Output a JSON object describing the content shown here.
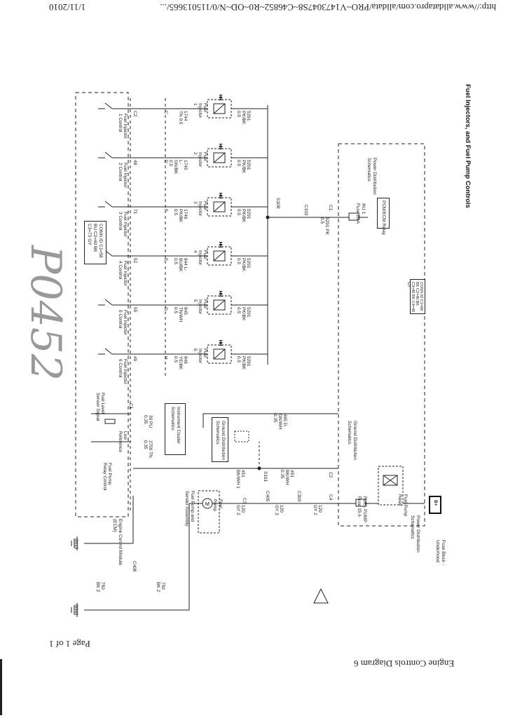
{
  "header": {
    "url": "http://www.alldatapro.com/alldata/PRO~V1473047S8~C46852~R0~OD~N/0/115013665/...",
    "date": "1/11/2010"
  },
  "footer": {
    "diagram_name": "Engine Controls Diagram 6",
    "page": "Page 1 of 1"
  },
  "diagram": {
    "title": "Fuel Injectors, and Fuel Pump Controls",
    "handwriting": "P0452",
    "boxes": {
      "fuse_block": "Fuse Block - Underhood",
      "power_dist": "Power Distribution Schematics",
      "pcm_relay": "PCM/ECM Relay",
      "inj_fuse": "INJ 1 Fuse 20 A",
      "fuel_pump_fuse": "FUEL PUMP Fuse 15 A",
      "fuel_pump_relay": "Fuel Pump Relay",
      "ground_dist": "Ground Distribution Schematics",
      "ground_dist2": "Ground Distribution Schematics",
      "ipc": "Instrument Cluster Schematics",
      "fuel_pump_assy": "Fuel Pump and Sender Assembly",
      "fuel_pump": "Fuel Pump",
      "ecm": "Engine Control Module (ECM)",
      "b_plus": "B+",
      "conn_id_ecm": "CONN ID C1=58 BU C2=40 BK C3=73 GY",
      "conn_id_fb": "CONN ID C1=68 BK C2=40 BK C3=40 BK C4=40 GY"
    },
    "splices": {
      "s108": "S108",
      "s191": "S191",
      "g113": "G113",
      "g302": "G302"
    },
    "injectors": [
      {
        "name": "Fuel Injector 1",
        "feed": "5291 PK/BK 0.5",
        "ctrl": "1744 TN 0.5",
        "pin": "C",
        "ecm_pin": "C2"
      },
      {
        "name": "Fuel Injector 2",
        "feed": "5291 PK/BK 0.5",
        "ctrl": "1745 L-GN/BK 0.5",
        "pin": "D",
        "ecm_pin": "48"
      },
      {
        "name": "Fuel Injector 3",
        "feed": "5291 PK/BK 0.5",
        "ctrl": "1746 PK/BK 0.5",
        "pin": "F",
        "ecm_pin": "71"
      },
      {
        "name": "Fuel Injector 4",
        "feed": "5291 PK/BK 0.5",
        "ctrl": "844 L-BU/BK 0.5",
        "pin": "E",
        "ecm_pin": "52"
      },
      {
        "name": "Fuel Injector 5",
        "feed": "5291 PK/BK 0.5",
        "ctrl": "845 TN/WH 0.5",
        "pin": "G",
        "ecm_pin": "55"
      },
      {
        "name": "Fuel Injector 6",
        "feed": "5291 PK/BK 0.5",
        "ctrl": "846 YE/BK 0.5",
        "pin": "H",
        "ecm_pin": "49"
      }
    ],
    "inputs": [
      {
        "name": "Fuel Injector 1 Control"
      },
      {
        "name": "Fuel Injector 2 Control"
      },
      {
        "name": "Fuel Injector 3 Control"
      },
      {
        "name": "Fuel Injector 4 Control"
      },
      {
        "name": "Fuel Injector 5 Control"
      },
      {
        "name": "Fuel Injector 6 Control"
      },
      {
        "name": "Fuel Level Sensor Signal"
      },
      {
        "name": "Low Reference"
      },
      {
        "name": "Fuel Pump Relay Control"
      }
    ],
    "wires": {
      "pk": "5291 PK 0.5",
      "fuel_level": "30 PU 0.35",
      "low_ref": "2759 TN 0.35",
      "relay_ctrl": "465 D-GN/WH 0.35",
      "ground1": "451 BK/WH 1",
      "ground2": "451 BK/WH 0.35",
      "gy1": "120 GY 2",
      "gy2": "120 GY 2",
      "gy3": "120 GY 2",
      "gnd_bk1": "750 BK 2",
      "gnd_bk2": "750 BK 2"
    },
    "connectors": [
      "C102",
      "C1",
      "C2",
      "C1",
      "C3",
      "C4",
      "C303",
      "C405",
      "C408"
    ]
  }
}
